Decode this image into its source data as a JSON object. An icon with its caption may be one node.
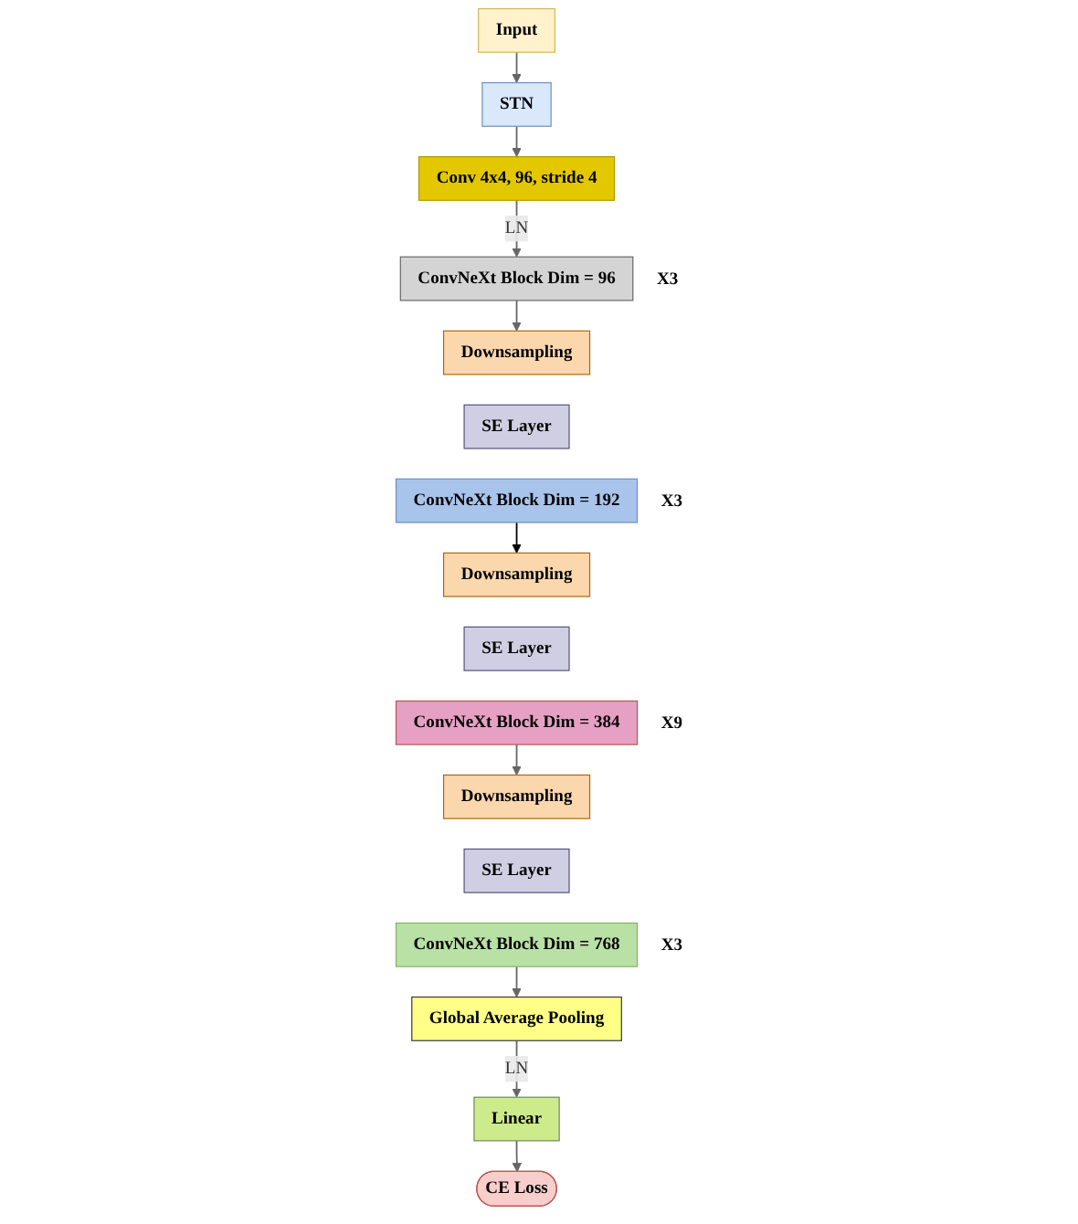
{
  "diagram": {
    "nodes": [
      {
        "text": [
          "Input"
        ]
      },
      {
        "text": [
          "STN"
        ]
      },
      {
        "text": [
          "Conv 4x4, 96, stride 4"
        ]
      },
      {
        "text": [
          "ConvNeXt Block Dim = 96"
        ],
        "beside": [
          "X3"
        ]
      },
      {
        "text": [
          "Downsampling"
        ]
      },
      {
        "text": [
          "SE Layer"
        ]
      },
      {
        "text": [
          "ConvNeXt Block Dim = 192"
        ],
        "beside": [
          "X3"
        ]
      },
      {
        "text": [
          "Downsampling"
        ]
      },
      {
        "text": [
          "SE Layer"
        ]
      },
      {
        "text": [
          "ConvNeXt Block Dim = 384"
        ],
        "beside": [
          "X9"
        ]
      },
      {
        "text": [
          "Downsampling"
        ]
      },
      {
        "text": [
          "SE Layer"
        ]
      },
      {
        "text": [
          "ConvNeXt Block Dim = 768"
        ],
        "beside": [
          "X3"
        ]
      },
      {
        "text": [
          "Global Average Pooling"
        ]
      },
      {
        "text": [
          "Linear"
        ]
      },
      {
        "text": [
          "CE Loss"
        ]
      }
    ],
    "edges": [
      {
        "from": 0,
        "to": 1,
        "arrow": "to"
      },
      {
        "from": 1,
        "to": 2,
        "arrow": "to"
      },
      {
        "from": 2,
        "to": 3,
        "arrow": "to",
        "label": "LN"
      },
      {
        "from": 3,
        "to": 4,
        "arrow": "to"
      },
      {
        "from": 6,
        "to": 7,
        "arrow": "to",
        "color": "#000000"
      },
      {
        "from": 9,
        "to": 10,
        "arrow": "to"
      },
      {
        "from": 12,
        "to": 13,
        "arrow": "to"
      },
      {
        "from": 13,
        "to": 14,
        "arrow": "to",
        "label": "LN"
      },
      {
        "from": 14,
        "to": 15,
        "arrow": "to"
      }
    ]
  }
}
